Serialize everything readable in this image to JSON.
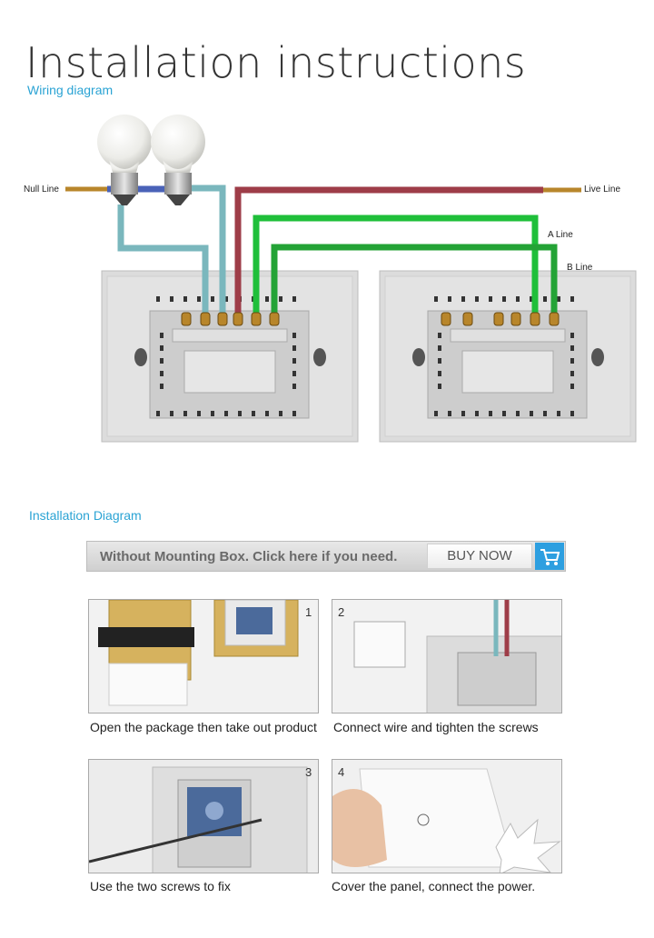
{
  "header": {
    "title": "Installation instructions",
    "subtitle": "Wiring diagram"
  },
  "wiring": {
    "labels": {
      "null_line": "Null Line",
      "live_line": "Live Line",
      "a_line": "A Line",
      "b_line": "B Line"
    },
    "colors": {
      "null_wire": "#7ab7bd",
      "live_wire": "#9e3d48",
      "a_wire": "#1fbf3a",
      "b_wire": "#24a336",
      "panel": "#d9d9d9"
    }
  },
  "installation": {
    "section_title": "Installation Diagram",
    "banner_text": "Without Mounting Box. Click here if you need.",
    "buy_label": "BUY NOW",
    "cart_icon": "cart-icon",
    "steps": [
      {
        "number": "1",
        "caption": "Open the package then take out product"
      },
      {
        "number": "2",
        "caption": "Connect wire and tighten the screws"
      },
      {
        "number": "3",
        "caption": "Use the two screws to fix"
      },
      {
        "number": "4",
        "caption": "Cover the panel, connect the power."
      }
    ]
  }
}
